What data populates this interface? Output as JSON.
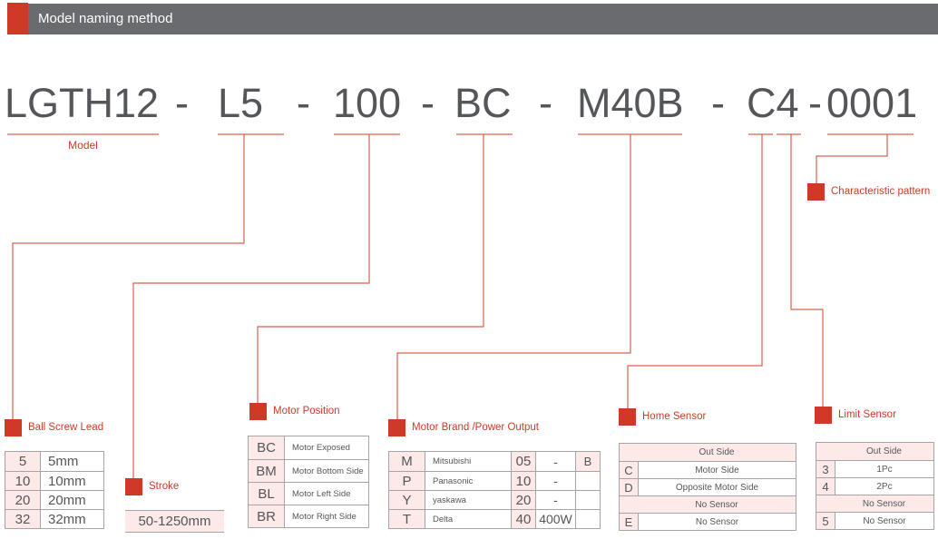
{
  "header": {
    "title": "Model naming method"
  },
  "model": {
    "segments": [
      "LGTH12",
      "L5",
      "100",
      "BC",
      "M40B",
      "C4",
      "0001"
    ],
    "separator": "-",
    "model_label": "Model"
  },
  "sections": {
    "ball_screw_lead": {
      "label": "Ball Screw Lead",
      "rows": [
        [
          "5",
          "5mm"
        ],
        [
          "10",
          "10mm"
        ],
        [
          "20",
          "20mm"
        ],
        [
          "32",
          "32mm"
        ]
      ]
    },
    "stroke": {
      "label": "Stroke",
      "value": "50-1250mm"
    },
    "motor_position": {
      "label": "Motor Position",
      "rows": [
        [
          "BC",
          "Motor Exposed"
        ],
        [
          "BM",
          "Motor Bottom Side"
        ],
        [
          "BL",
          "Motor Left Side"
        ],
        [
          "BR",
          "Motor Right Side"
        ]
      ]
    },
    "motor_brand_power": {
      "label": "Motor Brand /Power Output",
      "rows": [
        [
          "M",
          "Mitsubishi",
          "05",
          "-",
          "B"
        ],
        [
          "P",
          "Panasonic",
          "10",
          "-",
          ""
        ],
        [
          "Y",
          "yaskawa",
          "20",
          "-",
          ""
        ],
        [
          "T",
          "Delta",
          "40",
          "400W",
          ""
        ]
      ]
    },
    "home_sensor": {
      "label": "Home Sensor",
      "rows": [
        [
          "",
          "Out Side"
        ],
        [
          "C",
          "Motor Side"
        ],
        [
          "D",
          "Opposite Motor Side"
        ],
        [
          "",
          "No Sensor"
        ],
        [
          "E",
          "No Sensor"
        ]
      ]
    },
    "limit_sensor": {
      "label": "Limit Sensor",
      "rows": [
        [
          "",
          "Out Side"
        ],
        [
          "3",
          "1Pc"
        ],
        [
          "4",
          "2Pc"
        ],
        [
          "",
          "No Sensor"
        ],
        [
          "5",
          "No Sensor"
        ]
      ]
    },
    "characteristic_pattern": {
      "label": "Characteristic pattern"
    }
  },
  "colors": {
    "accent_red": "#cf3a28",
    "line_red": "#d8604e",
    "pink_bg": "#fdeae8",
    "header_gray": "#6a6b6e",
    "text_gray": "#54565a",
    "border_gray": "#a4a5a7"
  }
}
